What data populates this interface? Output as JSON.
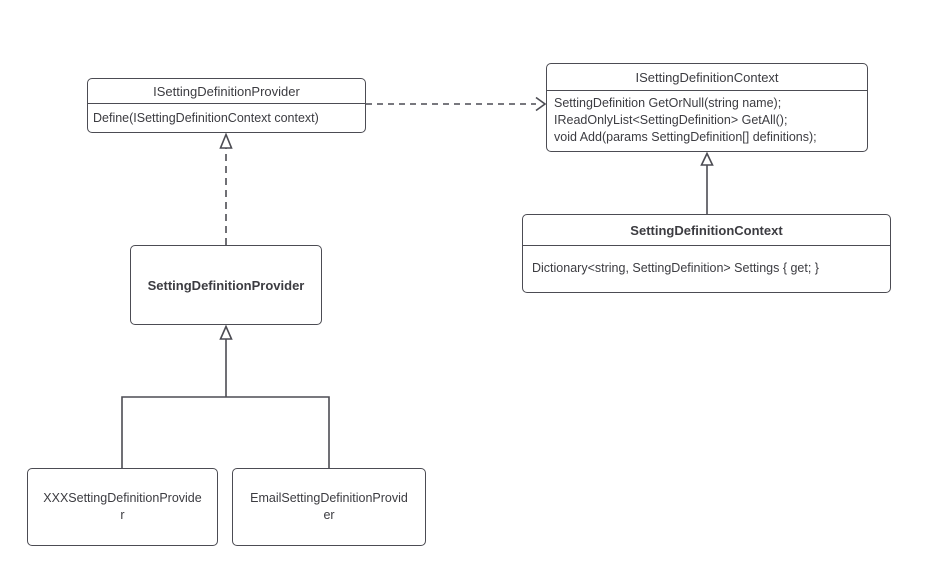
{
  "diagram": {
    "background": "#ffffff",
    "stroke_color": "#4c4c53",
    "text_color": "#3c3c41",
    "classes": {
      "i_setting_definition_provider": {
        "title": "ISettingDefinitionProvider",
        "members": [
          "Define(ISettingDefinitionContext context)"
        ]
      },
      "i_setting_definition_context": {
        "title": "ISettingDefinitionContext",
        "members": [
          "SettingDefinition GetOrNull(string name);",
          "IReadOnlyList<SettingDefinition> GetAll();",
          "void Add(params SettingDefinition[] definitions);"
        ]
      },
      "setting_definition_context": {
        "title": "SettingDefinitionContext",
        "members": [
          "Dictionary<string, SettingDefinition> Settings { get; }"
        ]
      },
      "setting_definition_provider": {
        "title": "SettingDefinitionProvider"
      },
      "xxx_setting_definition_provider": {
        "title": "XXXSettingDefinitionProvider"
      },
      "email_setting_definition_provider": {
        "title": "EmailSettingDefinitionProvider"
      }
    },
    "relations": [
      {
        "from": "ISettingDefinitionProvider",
        "to": "ISettingDefinitionContext",
        "type": "dependency",
        "line": "dashed",
        "arrowhead": "open"
      },
      {
        "from": "SettingDefinitionProvider",
        "to": "ISettingDefinitionProvider",
        "type": "realization",
        "line": "dashed",
        "arrowhead": "hollow-triangle"
      },
      {
        "from": "SettingDefinitionContext",
        "to": "ISettingDefinitionContext",
        "type": "generalization",
        "line": "solid",
        "arrowhead": "hollow-triangle"
      },
      {
        "from": "XXXSettingDefinitionProvider",
        "to": "SettingDefinitionProvider",
        "type": "generalization",
        "line": "solid",
        "arrowhead": "hollow-triangle"
      },
      {
        "from": "EmailSettingDefinitionProvider",
        "to": "SettingDefinitionProvider",
        "type": "generalization",
        "line": "solid",
        "arrowhead": "hollow-triangle"
      }
    ]
  }
}
